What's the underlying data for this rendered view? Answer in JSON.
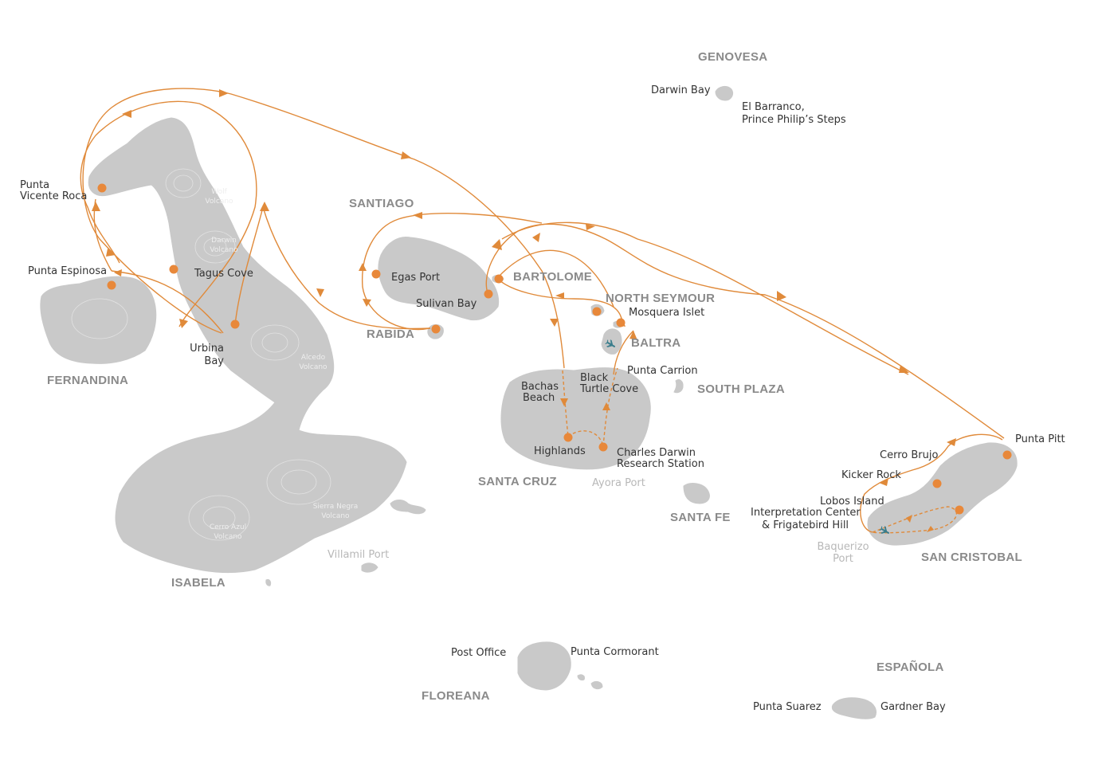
{
  "colors": {
    "route": "#e08a3a",
    "stop": "#e8883a",
    "island": "#c9c9c9",
    "island_label": "#8a8a8a",
    "site_label": "#333333",
    "port_label": "#b8b8b8",
    "airport_icon": "#3a7d8c"
  },
  "islands": {
    "genovesa": "GENOVESA",
    "santiago": "SANTIAGO",
    "bartolome": "BARTOLOME",
    "north_seymour": "NORTH SEYMOUR",
    "rabida": "RABIDA",
    "baltra": "BALTRA",
    "south_plaza": "SOUTH PLAZA",
    "fernandina": "FERNANDINA",
    "santa_cruz": "SANTA CRUZ",
    "santa_fe": "SANTA FE",
    "san_cristobal": "SAN CRISTOBAL",
    "isabela": "ISABELA",
    "floreana": "FLOREANA",
    "espanola": "ESPAÑOLA"
  },
  "sites": {
    "darwin_bay": "Darwin Bay",
    "el_barranco_1": "El Barranco,",
    "el_barranco_2": "Prince Philip’s Steps",
    "punta_vicente_roca_1": "Punta",
    "punta_vicente_roca_2": "Vicente Roca",
    "punta_espinosa": "Punta Espinosa",
    "tagus_cove": "Tagus Cove",
    "urbina_bay_1": "Urbina",
    "urbina_bay_2": "Bay",
    "egas_port": "Egas Port",
    "sulivan_bay": "Sulivan Bay",
    "mosquera_islet": "Mosquera Islet",
    "punta_carrion": "Punta Carrion",
    "bachas_beach_1": "Bachas",
    "bachas_beach_2": "Beach",
    "black_turtle_cove_1": "Black",
    "black_turtle_cove_2": "Turtle Cove",
    "highlands": "Highlands",
    "charles_darwin_1": "Charles Darwin",
    "charles_darwin_2": "Research Station",
    "punta_pitt": "Punta Pitt",
    "cerro_brujo": "Cerro Brujo",
    "kicker_rock": "Kicker Rock",
    "lobos_island": "Lobos Island",
    "interpretation_center_1": "Interpretation Center",
    "interpretation_center_2": "& Frigatebird Hill",
    "post_office": "Post Office",
    "punta_cormorant": "Punta Cormorant",
    "punta_suarez": "Punta Suarez",
    "gardner_bay": "Gardner Bay"
  },
  "ports": {
    "ayora": "Ayora Port",
    "villamil": "Villamil Port",
    "baquerizo_1": "Baquerizo",
    "baquerizo_2": "Port"
  },
  "volcanoes": {
    "wolf_1": "Wolf",
    "wolf_2": "Volcano",
    "darwin_1": "Darwin",
    "darwin_2": "Volcano",
    "alcedo_1": "Alcedo",
    "alcedo_2": "Volcano",
    "sierra_negra_1": "Sierra Negra",
    "sierra_negra_2": "Volcano",
    "cerro_azul_1": "Cerro Azul",
    "cerro_azul_2": "Volcano"
  },
  "icons": {
    "airport": "airplane-icon",
    "stop": "stop-marker-icon"
  }
}
